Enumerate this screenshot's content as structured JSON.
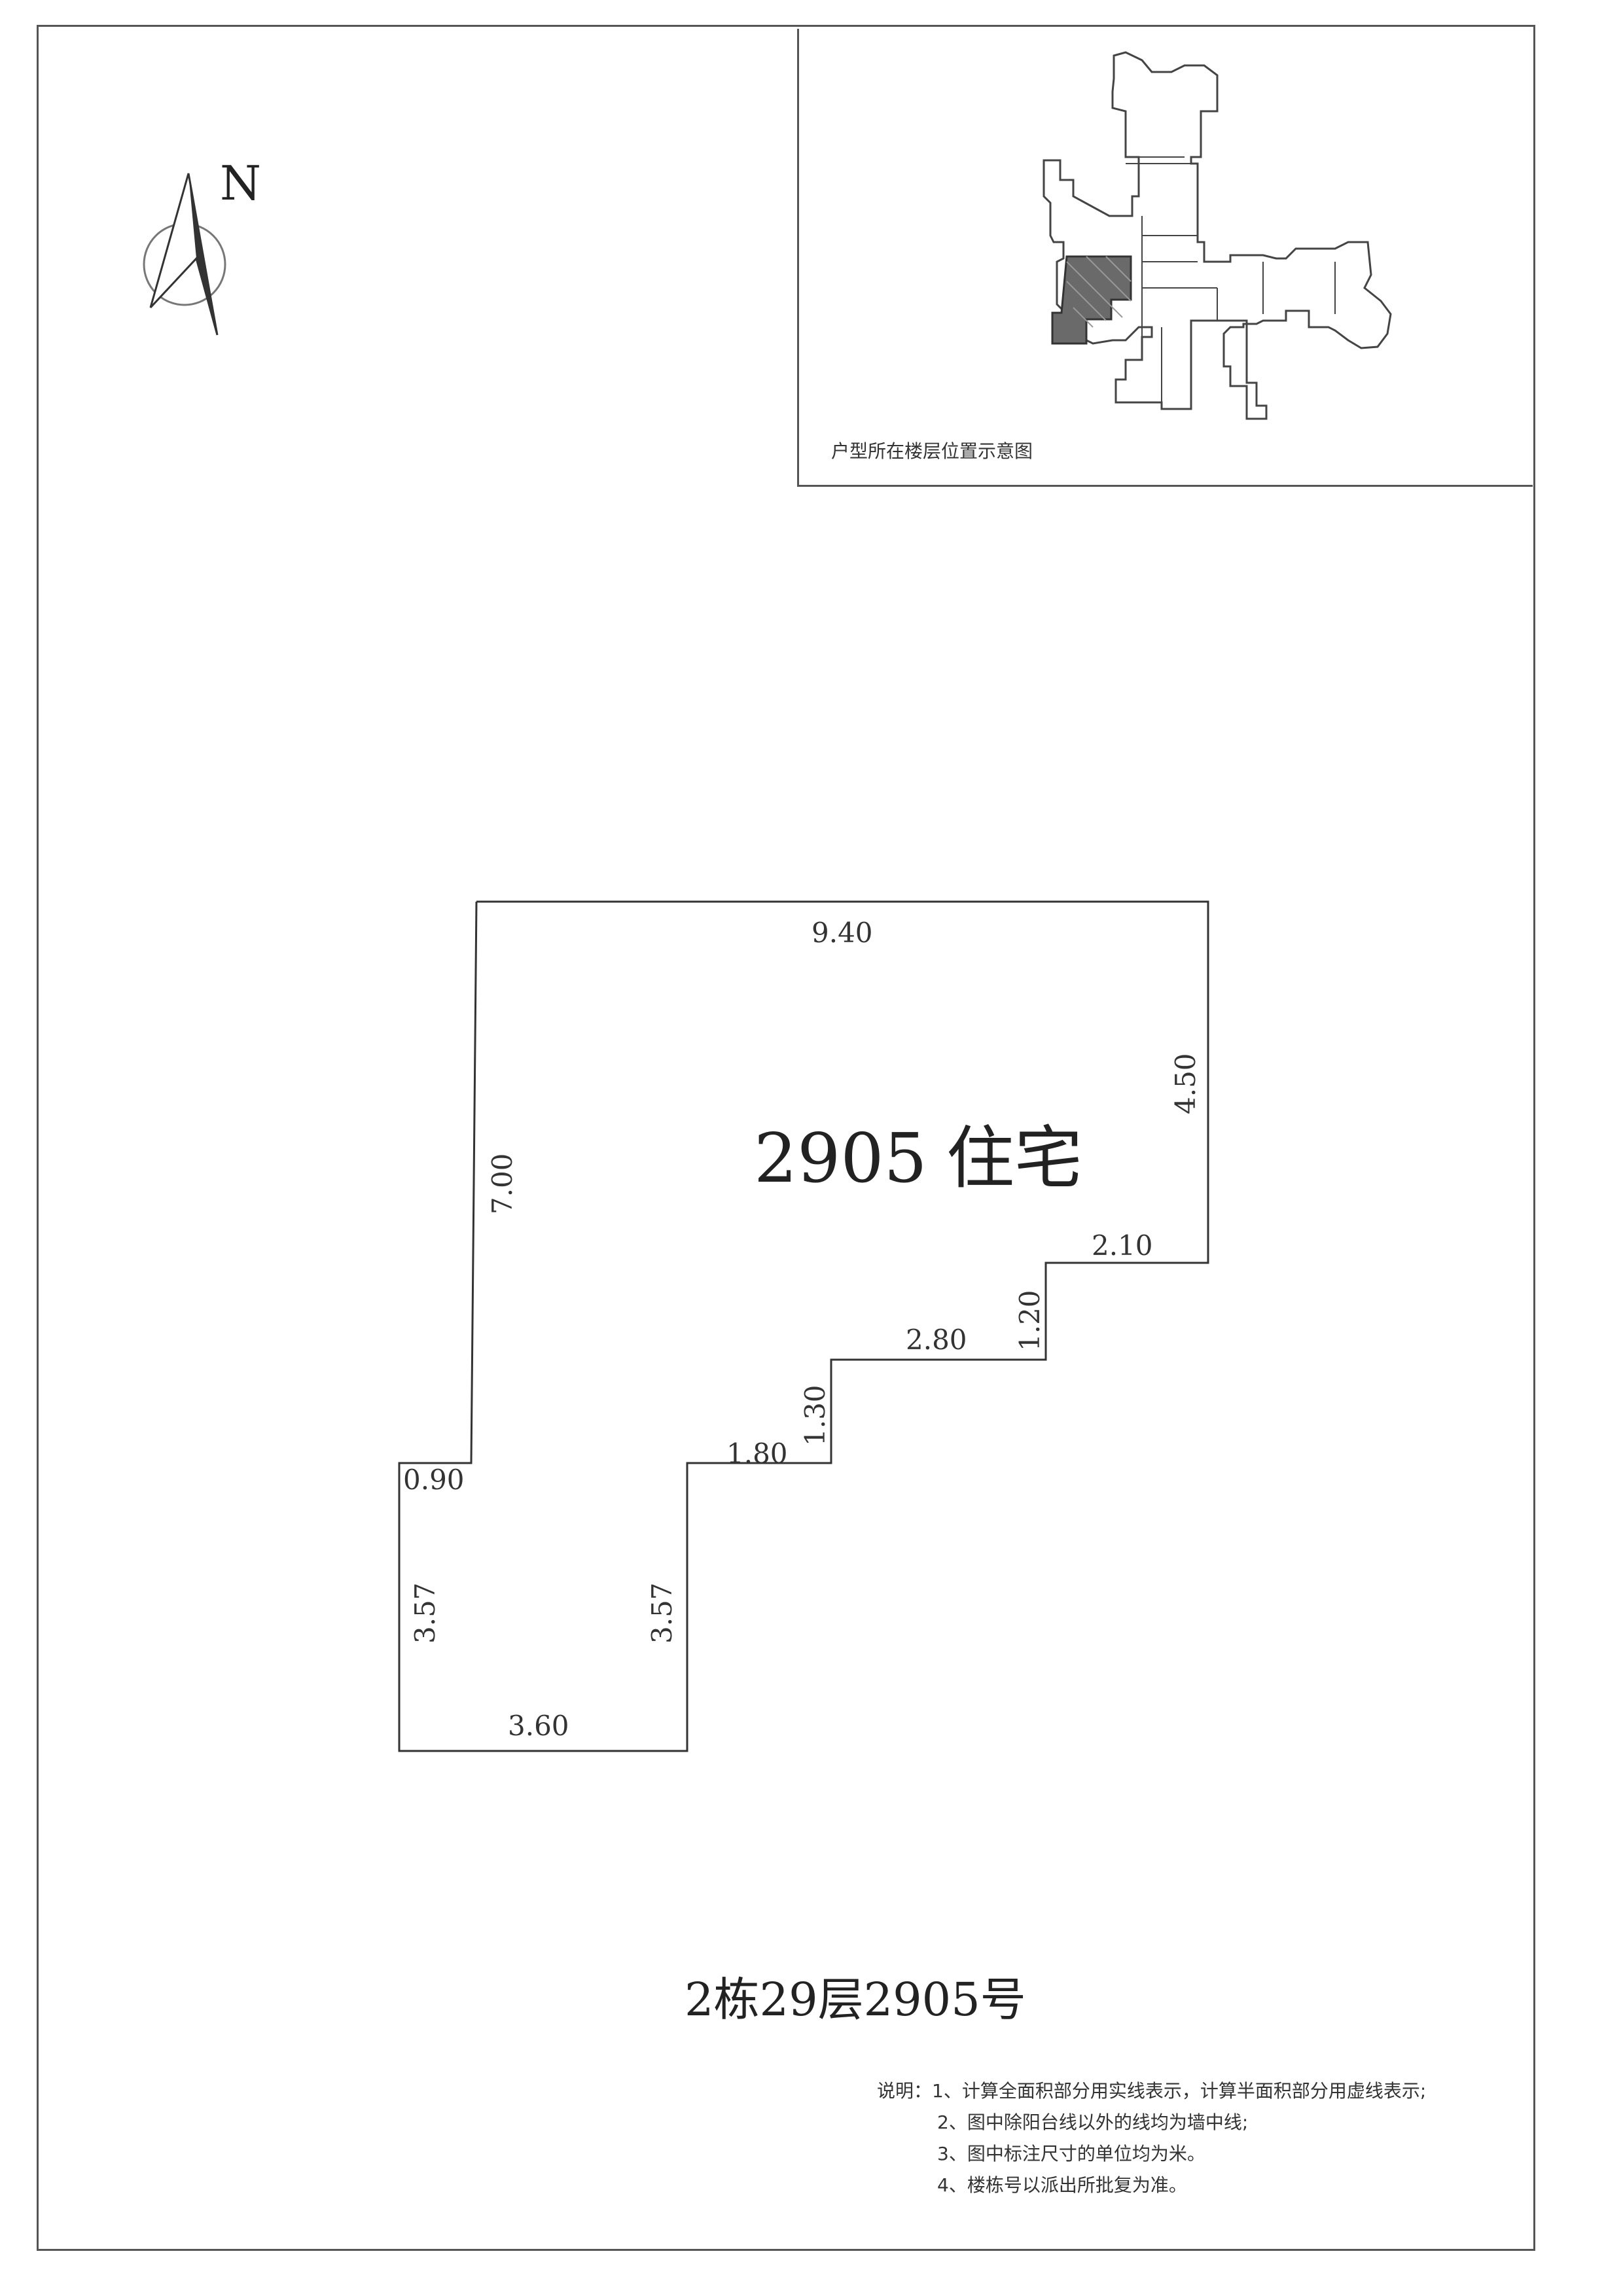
{
  "inset": {
    "caption": "户型所在楼层位置示意图"
  },
  "north": {
    "letter": "N",
    "icon": "north-arrow-icon"
  },
  "plan": {
    "room_number": "2905",
    "room_use": "住宅",
    "dimensions": {
      "top": "9.40",
      "right": "4.50",
      "step1_horizontal": "2.10",
      "step1_vertical": "1.20",
      "step2_horizontal": "2.80",
      "step2_vertical": "1.30",
      "step3_horizontal": "1.80",
      "inner_vertical": "3.57",
      "bottom": "3.60",
      "left_lower": "3.57",
      "left_notch": "0.90",
      "left_upper": "7.00"
    }
  },
  "unit_title": "2栋29层2905号",
  "notes": {
    "label": "说明：",
    "items": [
      "1、计算全面积部分用实线表示，计算半面积部分用虚线表示;",
      "2、图中除阳台线以外的线均为墙中线;",
      "3、图中标注尺寸的单位均为米。",
      "4、楼栋号以派出所批复为准。"
    ]
  }
}
